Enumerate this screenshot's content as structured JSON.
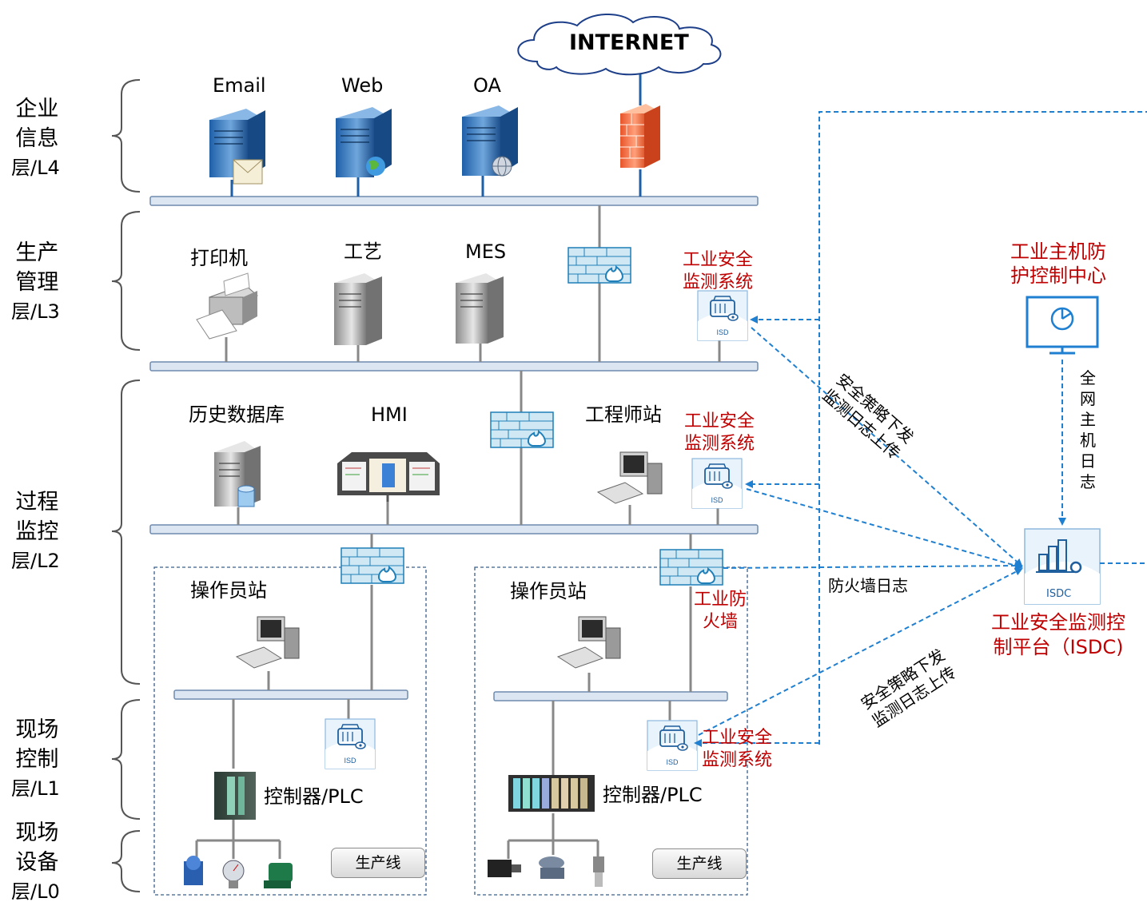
{
  "internet": "INTERNET",
  "layers": {
    "l4": [
      "企业",
      "信息",
      "层/L4"
    ],
    "l3": [
      "生产",
      "管理",
      "层/L3"
    ],
    "l2": [
      "过程",
      "监控",
      "层/L2"
    ],
    "l1": [
      "现场",
      "控制",
      "层/L1"
    ],
    "l0": [
      "现场",
      "设备",
      "层/L0"
    ]
  },
  "l4_devices": {
    "email": "Email",
    "web": "Web",
    "oa": "OA"
  },
  "l3_devices": {
    "printer": "打印机",
    "craft": "工艺",
    "mes": "MES"
  },
  "l2_devices": {
    "historian": "历史数据库",
    "hmi": "HMI",
    "engineer": "工程师站"
  },
  "operator_station": "操作员站",
  "plc": "控制器/PLC",
  "production_line": "生产线",
  "isd_label": [
    "工业安全",
    "监测系统"
  ],
  "isd_tag": "ISD",
  "industrial_firewall": [
    "工业防",
    "火墙"
  ],
  "host_center": [
    "工业主机防",
    "护控制中心"
  ],
  "isdc_tag": "ISDC",
  "isdc_label": [
    "工业安全监测控",
    "制平台（ISDC)"
  ],
  "host_log": "全网主机日志",
  "firewall_log": "防火墙日志",
  "policy_upper": [
    "安全策略下发",
    "监测日志上传"
  ],
  "policy_lower": [
    "安全策略下发",
    "监测日志上传"
  ],
  "colors": {
    "link": "#1f7fd0",
    "red": "#c00000",
    "firewall_fill": "#cfe8f3",
    "bus_fill": "#dbe6f2"
  }
}
